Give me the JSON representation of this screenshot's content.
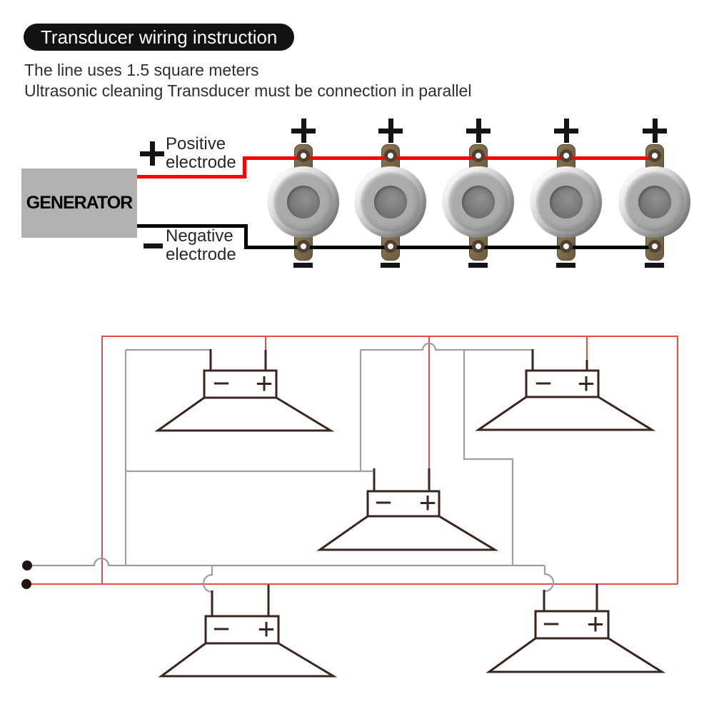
{
  "header": {
    "title": "Transducer wiring instruction",
    "line1": "The line uses 1.5 square meters",
    "line2": "Ultrasonic cleaning Transducer must be connection in parallel"
  },
  "generator": {
    "label": "GENERATOR"
  },
  "electrodes": {
    "positive_sign": "+",
    "positive_line1": "Positive",
    "positive_line2": "electrode",
    "negative_sign": "−",
    "negative_line1": "Negative",
    "negative_line2": "electrode"
  },
  "transducer_row": {
    "count": 5,
    "positive_marker": "+",
    "negative_marker": "−"
  },
  "schematic": {
    "speaker_count": 5,
    "minus_label": "−",
    "plus_label": "+",
    "terminal_dots": 2
  },
  "colors": {
    "wire_positive": "#ff0000",
    "wire_negative": "#000000",
    "schematic_positive": "#e25048",
    "schematic_negative": "#9e9e9e",
    "schematic_dark": "#3a2420",
    "banner_bg": "#121212",
    "banner_text": "#ffffff",
    "generator_bg": "#b1b1b1",
    "tab_brown": "#7b684a",
    "text_main": "#2e2e2e"
  }
}
